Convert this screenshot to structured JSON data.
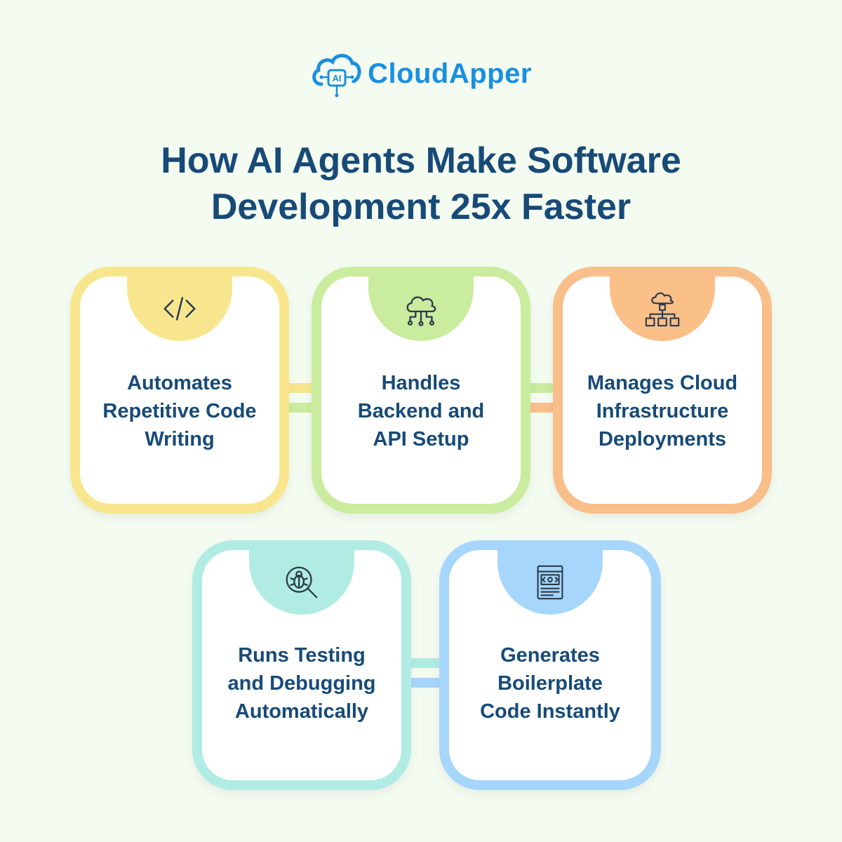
{
  "brand": {
    "name": "CloudApper",
    "mark_text": "AI",
    "color": "#1a8fe0"
  },
  "title": {
    "line1": "How AI Agents Make Software",
    "line2": "Development 25x Faster",
    "color": "#174a77"
  },
  "cards": [
    {
      "icon": "code-brackets-icon",
      "color": "#f8e68f",
      "lines": [
        "Automates",
        "Repetitive Code",
        "Writing"
      ]
    },
    {
      "icon": "cloud-network-icon",
      "color": "#c9ec9e",
      "lines": [
        "Handles",
        "Backend and",
        "API Setup"
      ]
    },
    {
      "icon": "cloud-infrastructure-icon",
      "color": "#f8bf8b",
      "lines": [
        "Manages Cloud",
        "Infrastructure",
        "Deployments"
      ]
    },
    {
      "icon": "bug-search-icon",
      "color": "#b0ece3",
      "lines": [
        "Runs Testing",
        "and Debugging",
        "Automatically"
      ]
    },
    {
      "icon": "code-document-icon",
      "color": "#a6d6fb",
      "lines": [
        "Generates",
        "Boilerplate",
        "Code Instantly"
      ]
    }
  ]
}
